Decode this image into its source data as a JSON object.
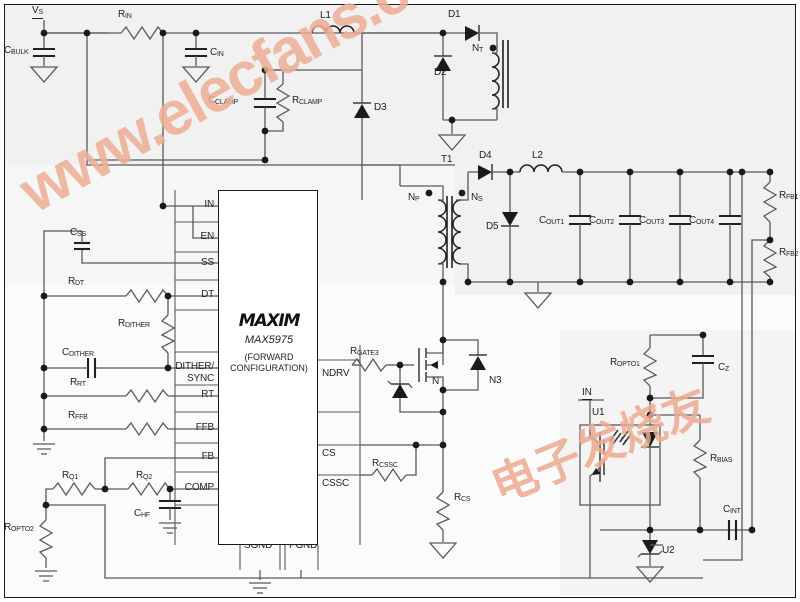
{
  "document": {
    "type": "schematic",
    "title": "MAX5975 Forward Converter Application Circuit",
    "watermark_latin": "www.elecfans.com",
    "watermark_cjk": "电子发烧友"
  },
  "ic": {
    "brand": "MAXIM",
    "part_number": "MAX5975",
    "config_line1": "(FORWARD",
    "config_line2": "CONFIGURATION)",
    "pins_left": [
      {
        "name": "IN"
      },
      {
        "name": "EN"
      },
      {
        "name": "SS"
      },
      {
        "name": "DT"
      },
      {
        "name": "DITHER/"
      },
      {
        "name": "SYNC"
      },
      {
        "name": "RT"
      },
      {
        "name": "FFB"
      },
      {
        "name": "FB"
      },
      {
        "name": "COMP"
      }
    ],
    "pins_right": [
      {
        "name": "NDRV"
      },
      {
        "name": "CS"
      },
      {
        "name": "CSSC"
      }
    ],
    "pins_bottom": [
      {
        "name": "SGND"
      },
      {
        "name": "PGND"
      }
    ]
  },
  "components": {
    "supply": "VS",
    "c_bulk": "CBULK",
    "r_in": "RIN",
    "c_in": "CIN",
    "l1": "L1",
    "c_clamp": "CCLAMP",
    "r_clamp": "RCLAMP",
    "d1": "D1",
    "d2": "D2",
    "d3": "D3",
    "d4": "D4",
    "d5": "D5",
    "nt": "NT",
    "t1": "T1",
    "np": "NP",
    "ns": "NS",
    "l2": "L2",
    "c_out1": "COUT1",
    "c_out2": "COUT2",
    "c_out3": "COUT3",
    "c_out4": "COUT4",
    "r_fb1": "RFB1",
    "r_fb2": "RFB2",
    "c_ss": "CSS",
    "r_dt": "RDT",
    "r_dither": "RDITHER",
    "c_dither": "CDITHER",
    "r_rt": "RRT",
    "r_ffb": "RFFB",
    "r_q1": "RQ1",
    "r_q2": "RQ2",
    "c_hf": "CHF",
    "r_opto2": "ROPTO2",
    "r_gate3": "RGATE3",
    "n_mosfet": "N",
    "n3": "N3",
    "r_cssc": "RCSSC",
    "r_cs": "RCS",
    "r_opto1": "ROPTO1",
    "c_z": "CZ",
    "r_bias": "RBIAS",
    "c_int": "CINT",
    "u1": "U1",
    "u2": "U2",
    "opto_in": "IN"
  },
  "labels_split": {
    "c_bulk": {
      "base": "C",
      "sub": "BULK"
    },
    "r_in": {
      "base": "R",
      "sub": "IN"
    },
    "c_in": {
      "base": "C",
      "sub": "IN"
    },
    "l1": {
      "base": "L1",
      "sub": ""
    },
    "c_clamp": {
      "base": "C",
      "sub": "CLAMP"
    },
    "r_clamp": {
      "base": "R",
      "sub": "CLAMP"
    },
    "nt": {
      "base": "N",
      "sub": "T"
    },
    "np": {
      "base": "N",
      "sub": "P"
    },
    "ns": {
      "base": "N",
      "sub": "S"
    },
    "l2": {
      "base": "L2",
      "sub": ""
    },
    "c_out1": {
      "base": "C",
      "sub": "OUT1"
    },
    "c_out2": {
      "base": "C",
      "sub": "OUT2"
    },
    "c_out3": {
      "base": "C",
      "sub": "OUT3"
    },
    "c_out4": {
      "base": "C",
      "sub": "OUT4"
    },
    "r_fb1": {
      "base": "R",
      "sub": "FB1"
    },
    "r_fb2": {
      "base": "R",
      "sub": "FB2"
    },
    "c_ss": {
      "base": "C",
      "sub": "SS"
    },
    "r_dt": {
      "base": "R",
      "sub": "DT"
    },
    "r_dither": {
      "base": "R",
      "sub": "DITHER"
    },
    "c_dither": {
      "base": "C",
      "sub": "DITHER"
    },
    "r_rt": {
      "base": "R",
      "sub": "RT"
    },
    "r_ffb": {
      "base": "R",
      "sub": "FFB"
    },
    "r_q1": {
      "base": "R",
      "sub": "Q1"
    },
    "r_q2": {
      "base": "R",
      "sub": "Q2"
    },
    "c_hf": {
      "base": "C",
      "sub": "HF"
    },
    "r_opto2": {
      "base": "R",
      "sub": "OPTO2"
    },
    "r_gate3": {
      "base": "R",
      "sub": "GATE3"
    },
    "r_cssc": {
      "base": "R",
      "sub": "CSSC"
    },
    "r_cs": {
      "base": "R",
      "sub": "CS"
    },
    "r_opto1": {
      "base": "R",
      "sub": "OPTO1"
    },
    "c_z": {
      "base": "C",
      "sub": "Z"
    },
    "r_bias": {
      "base": "R",
      "sub": "BIAS"
    },
    "c_int": {
      "base": "C",
      "sub": "INT"
    },
    "vs": {
      "base": "V",
      "sub": "S"
    }
  },
  "colors": {
    "wire": "#58595b",
    "wire_dark": "#231f20",
    "text": "#231f20",
    "node": "#1a1a1a",
    "watermark": "#eeae95",
    "sheet_bg": "#fbfbfb",
    "tint": "#f1f1f1"
  }
}
